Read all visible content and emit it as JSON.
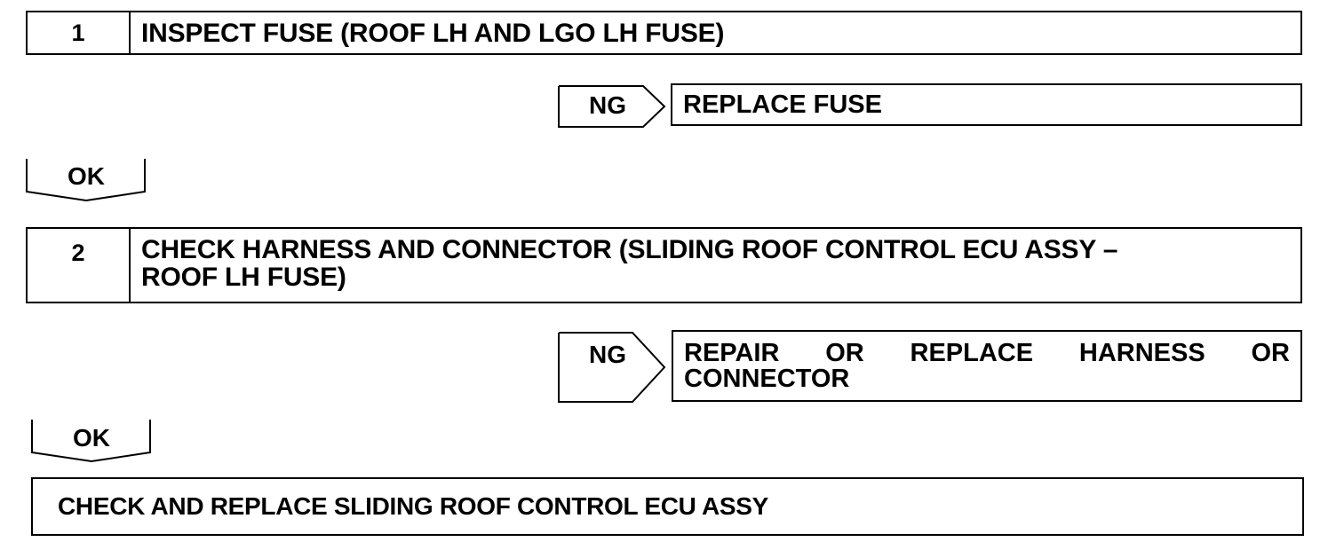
{
  "steps": [
    {
      "number": "1",
      "title": "INSPECT FUSE (ROOF LH AND LGO LH FUSE)",
      "ng_label": "NG",
      "ng_action_lines": [
        "REPLACE FUSE"
      ],
      "ok_label": "OK"
    },
    {
      "number": "2",
      "title_lines": [
        "CHECK HARNESS AND CONNECTOR (SLIDING ROOF CONTROL ECU ASSY –",
        "ROOF LH FUSE)"
      ],
      "ng_label": "NG",
      "ng_action_words": [
        "REPAIR",
        "OR",
        "REPLACE",
        "HARNESS",
        "OR"
      ],
      "ng_action_line2": "CONNECTOR",
      "ok_label": "OK"
    }
  ],
  "final_action": "CHECK AND REPLACE SLIDING ROOF CONTROL ECU ASSY"
}
